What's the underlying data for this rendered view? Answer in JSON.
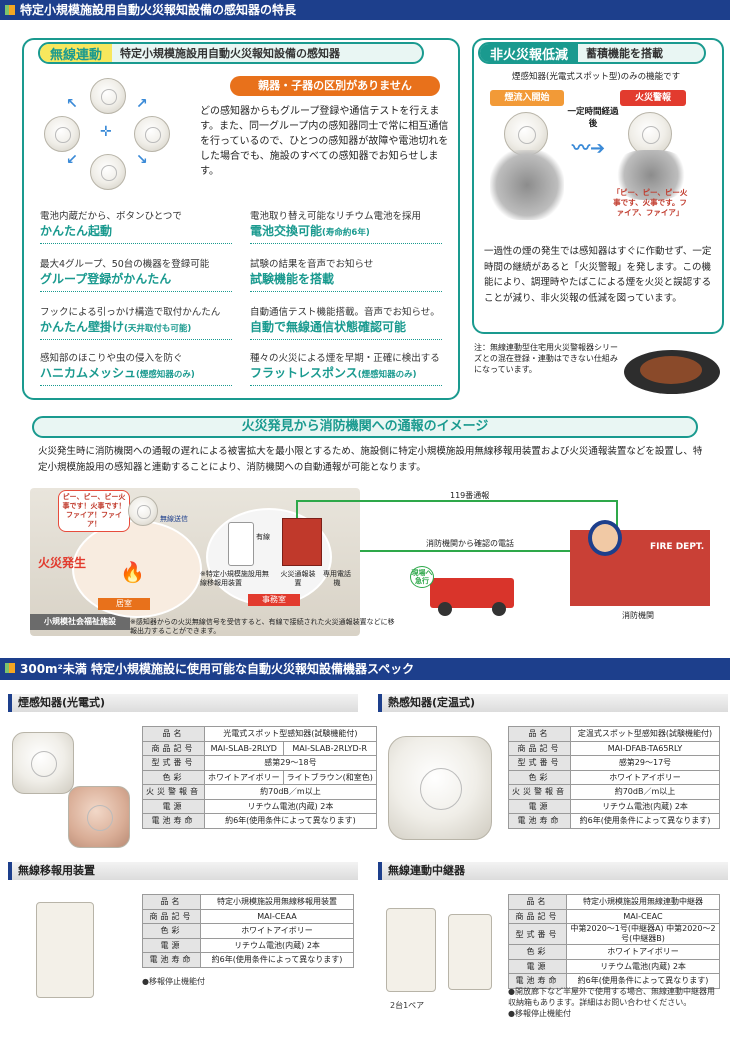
{
  "header1": "特定小規模施設用自動火災報知設備の感知器の特長",
  "wireless": {
    "title_hl": "無線連動",
    "title": "特定小規模施設用自動火災報知設備の感知器",
    "pill": "親器・子器の区別がありません",
    "desc": "どの感知器からもグループ登録や通信テストを行えます。また、同一グループ内の感知器同士で常に相互通信を行っているので、ひとつの感知器が故障や電池切れをした場合でも、施設のすべての感知器でお知らせします。",
    "features": [
      {
        "s": "電池内蔵だから、ボタンひとつで",
        "b": "かんたん起動",
        "x": ""
      },
      {
        "s": "電池取り替え可能なリチウム電池を採用",
        "b": "電池交換可能",
        "x": "(寿命約6年)"
      },
      {
        "s": "最大4グループ、50台の機器を登録可能",
        "b": "グループ登録がかんたん",
        "x": ""
      },
      {
        "s": "試験の結果を音声でお知らせ",
        "b": "試験機能を搭載",
        "x": ""
      },
      {
        "s": "フックによる引っかけ構造で取付かんたん",
        "b": "かんたん壁掛け",
        "x": "(天井取付も可能)"
      },
      {
        "s": "自動通信テスト機能搭載。音声でお知らせ。",
        "b": "自動で無線通信状態確認可能",
        "x": ""
      },
      {
        "s": "感知部のほこりや虫の侵入を防ぐ",
        "b": "ハニカムメッシュ",
        "x": "(煙感知器のみ)"
      },
      {
        "s": "種々の火災による煙を早期・正確に検出する",
        "b": "フラットレスポンス",
        "x": "(煙感知器のみ)"
      }
    ]
  },
  "falsealarm": {
    "title_hl": "非火災報低減",
    "title": "蓄積機能を搭載",
    "sub": "煙感知器(光電式スポット型)のみの機能です",
    "left_label": "煙流入開始",
    "middle_label": "一定時間経過後",
    "right_label": "火災警報",
    "bubble": "「ピー、ピー、ピー火事です、火事です。ファイア、ファイア」",
    "desc": "一過性の煙の発生では感知器はすぐに作動せず、一定時間の継続があると「火災警報」を発します。この機能により、調理時やたばこによる煙を火災と誤認することが減り、非火災報の低減を図っています。",
    "note": "注：無線連動型住宅用火災警報器シリーズとの混在登録・連動はできない仕組みになっています。"
  },
  "image_section": {
    "title": "火災発見から消防機関への通報のイメージ",
    "desc": "火災発生時に消防機関への通報の遅れによる被害拡大を最小限とするため、施設側に特定小規模施設用無線移報用装置および火災通報装置などを設置し、特定小規模施設用の感知器と連動することにより、消防機関への自動通報が可能となります。",
    "bubble": "ピー、ピー、ピー火事です！火事です！ファイア！ファイア！",
    "fire": "火災発生",
    "room1": "居室",
    "room2": "事務室",
    "wireless_tx": "無線送信",
    "wired": "有線",
    "dev1": "※特定小規模施設用無線移報用装置",
    "dev2": "火災通報装置",
    "dev3": "専用電話機",
    "call119": "119番通報",
    "confirm": "消防機関から確認の電話",
    "rush": "現場へ急行",
    "firedept": "FIRE DEPT.",
    "station": "消防機関",
    "facility": "小規模社会福祉施設",
    "facility_note": "※感知器からの火災無線信号を受信すると、有線で接続された火災通報装置などに移報出力することができます。"
  },
  "header2": "300m²未満 特定小規模施設に使用可能な自動火災報知設備機器スペック",
  "smoke": {
    "title": "煙感知器(光電式)",
    "rows": [
      [
        "品名",
        "光電式スポット型感知器(試験機能付)"
      ],
      [
        "商品記号",
        "MAI-SLAB-2RLYD",
        "MAI-SLAB-2RLYD-R"
      ],
      [
        "型式番号",
        "感第29～18号"
      ],
      [
        "色彩",
        "ホワイトアイボリー",
        "ライトブラウン(和室色)"
      ],
      [
        "火災警報音",
        "約70dB／m以上"
      ],
      [
        "電源",
        "リチウム電池(内蔵) 2本"
      ],
      [
        "電池寿命",
        "約6年(使用条件によって異なります)"
      ]
    ]
  },
  "heat": {
    "title": "熱感知器(定温式)",
    "rows": [
      [
        "品名",
        "定温式スポット型感知器(試験機能付)"
      ],
      [
        "商品記号",
        "MAI-DFAB-TA65RLY"
      ],
      [
        "型式番号",
        "感第29～17号"
      ],
      [
        "色彩",
        "ホワイトアイボリー"
      ],
      [
        "火災警報音",
        "約70dB／m以上"
      ],
      [
        "電源",
        "リチウム電池(内蔵) 2本"
      ],
      [
        "電池寿命",
        "約6年(使用条件によって異なります)"
      ]
    ]
  },
  "relay_tx": {
    "title": "無線移報用装置",
    "rows": [
      [
        "品名",
        "特定小規模施設用無線移報用装置"
      ],
      [
        "商品記号",
        "MAI-CEAA"
      ],
      [
        "色彩",
        "ホワイトアイボリー"
      ],
      [
        "電源",
        "リチウム電池(内蔵) 2本"
      ],
      [
        "電池寿命",
        "約6年(使用条件によって異なります)"
      ]
    ],
    "note": "●移報停止機能付"
  },
  "repeater": {
    "title": "無線連動中継器",
    "rows": [
      [
        "品名",
        "特定小規模施設用無線連動中継器"
      ],
      [
        "商品記号",
        "MAI-CEAC"
      ],
      [
        "型式番号",
        "中第2020～1号(中継器A) 中第2020～2号(中継器B)"
      ],
      [
        "色彩",
        "ホワイトアイボリー"
      ],
      [
        "電源",
        "リチウム電池(内蔵) 2本"
      ],
      [
        "電池寿命",
        "約6年(使用条件によって異なります)"
      ]
    ],
    "pair": "2台1ペア",
    "note1": "●開放廊下など半屋外で使用する場合、無線連動中継器用収納箱もあります。詳細はお問い合わせください。",
    "note2": "●移報停止機能付"
  }
}
